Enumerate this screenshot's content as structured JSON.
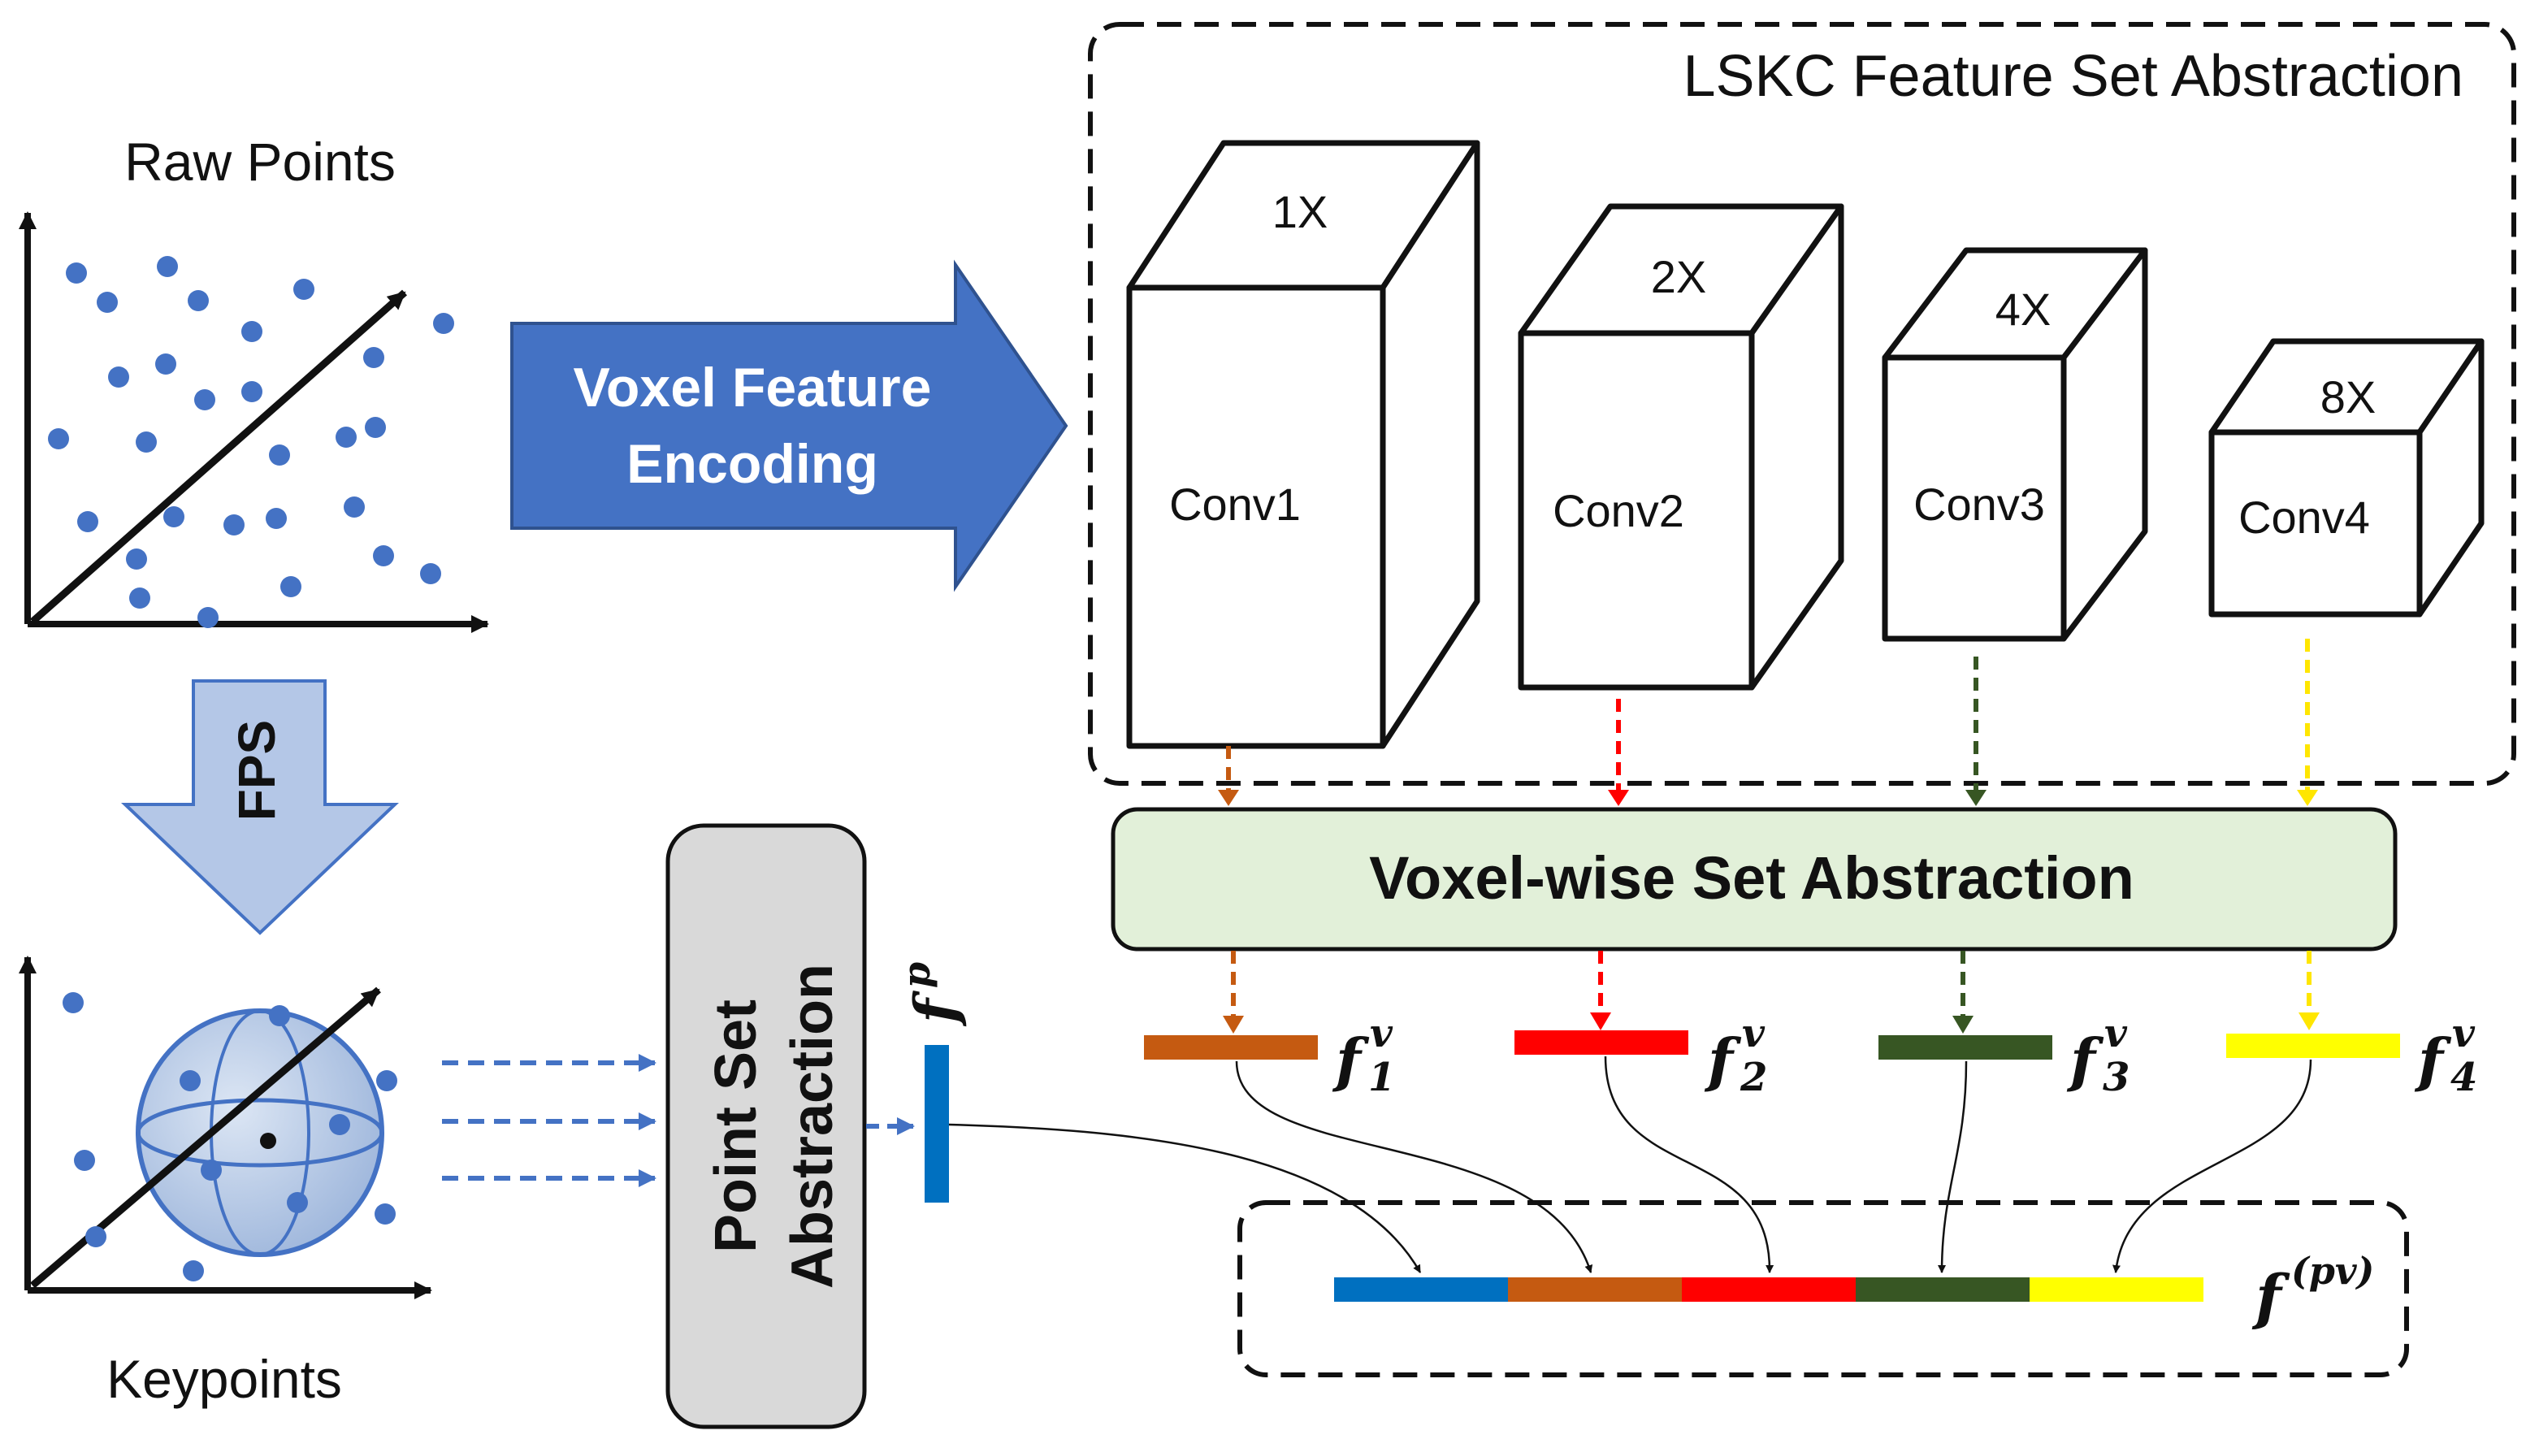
{
  "raw_points": {
    "title": "Raw Points"
  },
  "keypoints": {
    "title": "Keypoints"
  },
  "fps": {
    "label": "FPS"
  },
  "voxel_encoding": {
    "line1": "Voxel Feature",
    "line2": "Encoding"
  },
  "lskc": {
    "title": "LSKC Feature Set Abstraction",
    "blocks": [
      {
        "label": "Conv1",
        "scale": "1X"
      },
      {
        "label": "Conv2",
        "scale": "2X"
      },
      {
        "label": "Conv3",
        "scale": "4X"
      },
      {
        "label": "Conv4",
        "scale": "8X"
      }
    ]
  },
  "voxel_sa": {
    "label": "Voxel-wise Set Abstraction"
  },
  "point_sa": {
    "line1": "Point Set",
    "line2": "Abstraction"
  },
  "features": {
    "fp": {
      "base": "f",
      "sup": "p"
    },
    "fv": [
      {
        "base": "f",
        "sup": "v",
        "sub": "1",
        "color": "#c55a11"
      },
      {
        "base": "f",
        "sup": "v",
        "sub": "2",
        "color": "#ff0000"
      },
      {
        "base": "f",
        "sup": "v",
        "sub": "3",
        "color": "#375623"
      },
      {
        "base": "f",
        "sup": "v",
        "sub": "4",
        "color": "#ffff00"
      }
    ],
    "fpv": {
      "base": "f",
      "sup": "(pv)"
    }
  },
  "colors": {
    "point_blue": "#4472c4",
    "fp_blue": "#0070c0",
    "arrow_blue": "#4472c4",
    "fps_fill": "#b4c7e7",
    "voxel_sa_fill": "#e2f0d9",
    "point_sa_fill": "#d9d9d9",
    "sphere_fill": "#c5d5ee"
  }
}
